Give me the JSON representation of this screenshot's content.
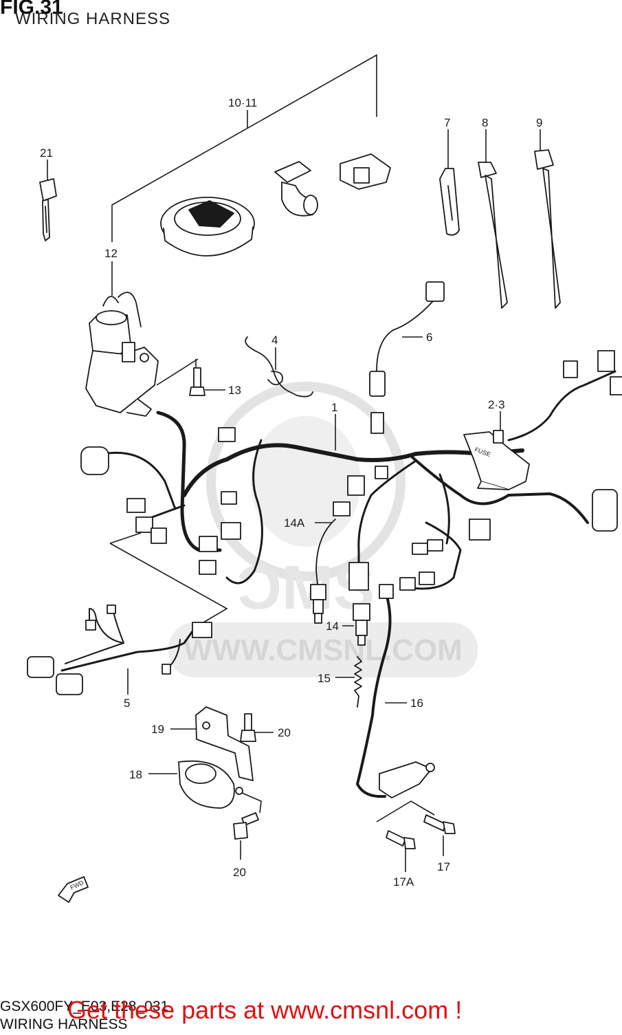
{
  "header": {
    "fig_number": "FIG.31",
    "title": "WIRING HARNESS"
  },
  "watermark": {
    "text": "WWW.CMSNL.COM"
  },
  "callouts": [
    {
      "id": "c-10-11",
      "label": "10·11"
    },
    {
      "id": "c-21",
      "label": "21"
    },
    {
      "id": "c-12",
      "label": "12"
    },
    {
      "id": "c-7",
      "label": "7"
    },
    {
      "id": "c-8",
      "label": "8"
    },
    {
      "id": "c-9",
      "label": "9"
    },
    {
      "id": "c-4",
      "label": "4"
    },
    {
      "id": "c-6",
      "label": "6"
    },
    {
      "id": "c-13",
      "label": "13"
    },
    {
      "id": "c-2-3",
      "label": "2·3"
    },
    {
      "id": "c-1",
      "label": "1"
    },
    {
      "id": "c-14a",
      "label": "14A"
    },
    {
      "id": "c-14",
      "label": "14"
    },
    {
      "id": "c-15",
      "label": "15"
    },
    {
      "id": "c-16",
      "label": "16"
    },
    {
      "id": "c-5",
      "label": "5"
    },
    {
      "id": "c-19",
      "label": "19"
    },
    {
      "id": "c-20a",
      "label": "20"
    },
    {
      "id": "c-18",
      "label": "18"
    },
    {
      "id": "c-20b",
      "label": "20"
    },
    {
      "id": "c-17",
      "label": "17"
    },
    {
      "id": "c-17a",
      "label": "17A"
    }
  ],
  "fwd_label": "FWD",
  "component_marks": {
    "relay_label": "FUSE"
  },
  "footer": {
    "model_code": "GSX600FY_E03,E28_031",
    "section": "WIRING HARNESS",
    "promo": "Get these parts at www.cmsnl.com !"
  },
  "colors": {
    "ink": "#1a1a1a",
    "watermark": "#e6e6e6",
    "promo": "#e01010"
  }
}
